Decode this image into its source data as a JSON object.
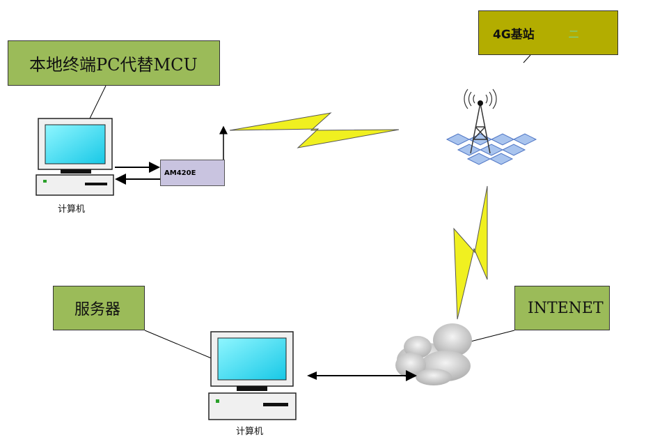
{
  "labels": {
    "local_pc": "本地终端PC代替MCU",
    "base_station": "4G基站",
    "base_station_mark": "ニ",
    "server": "服务器",
    "internet": "INTENET"
  },
  "module": {
    "name": "AM420E"
  },
  "computers": [
    {
      "caption": "计算机"
    },
    {
      "caption": "计算机"
    }
  ],
  "colors": {
    "callout_green": "#9bbb59",
    "callout_olive": "#b3ad00",
    "lightning": "#f0f020",
    "module": "#c9c4e0",
    "screen": "#22d7ee"
  },
  "icons": [
    "computer-icon",
    "cell-tower-icon",
    "cloud-icon",
    "lightning-icon"
  ]
}
